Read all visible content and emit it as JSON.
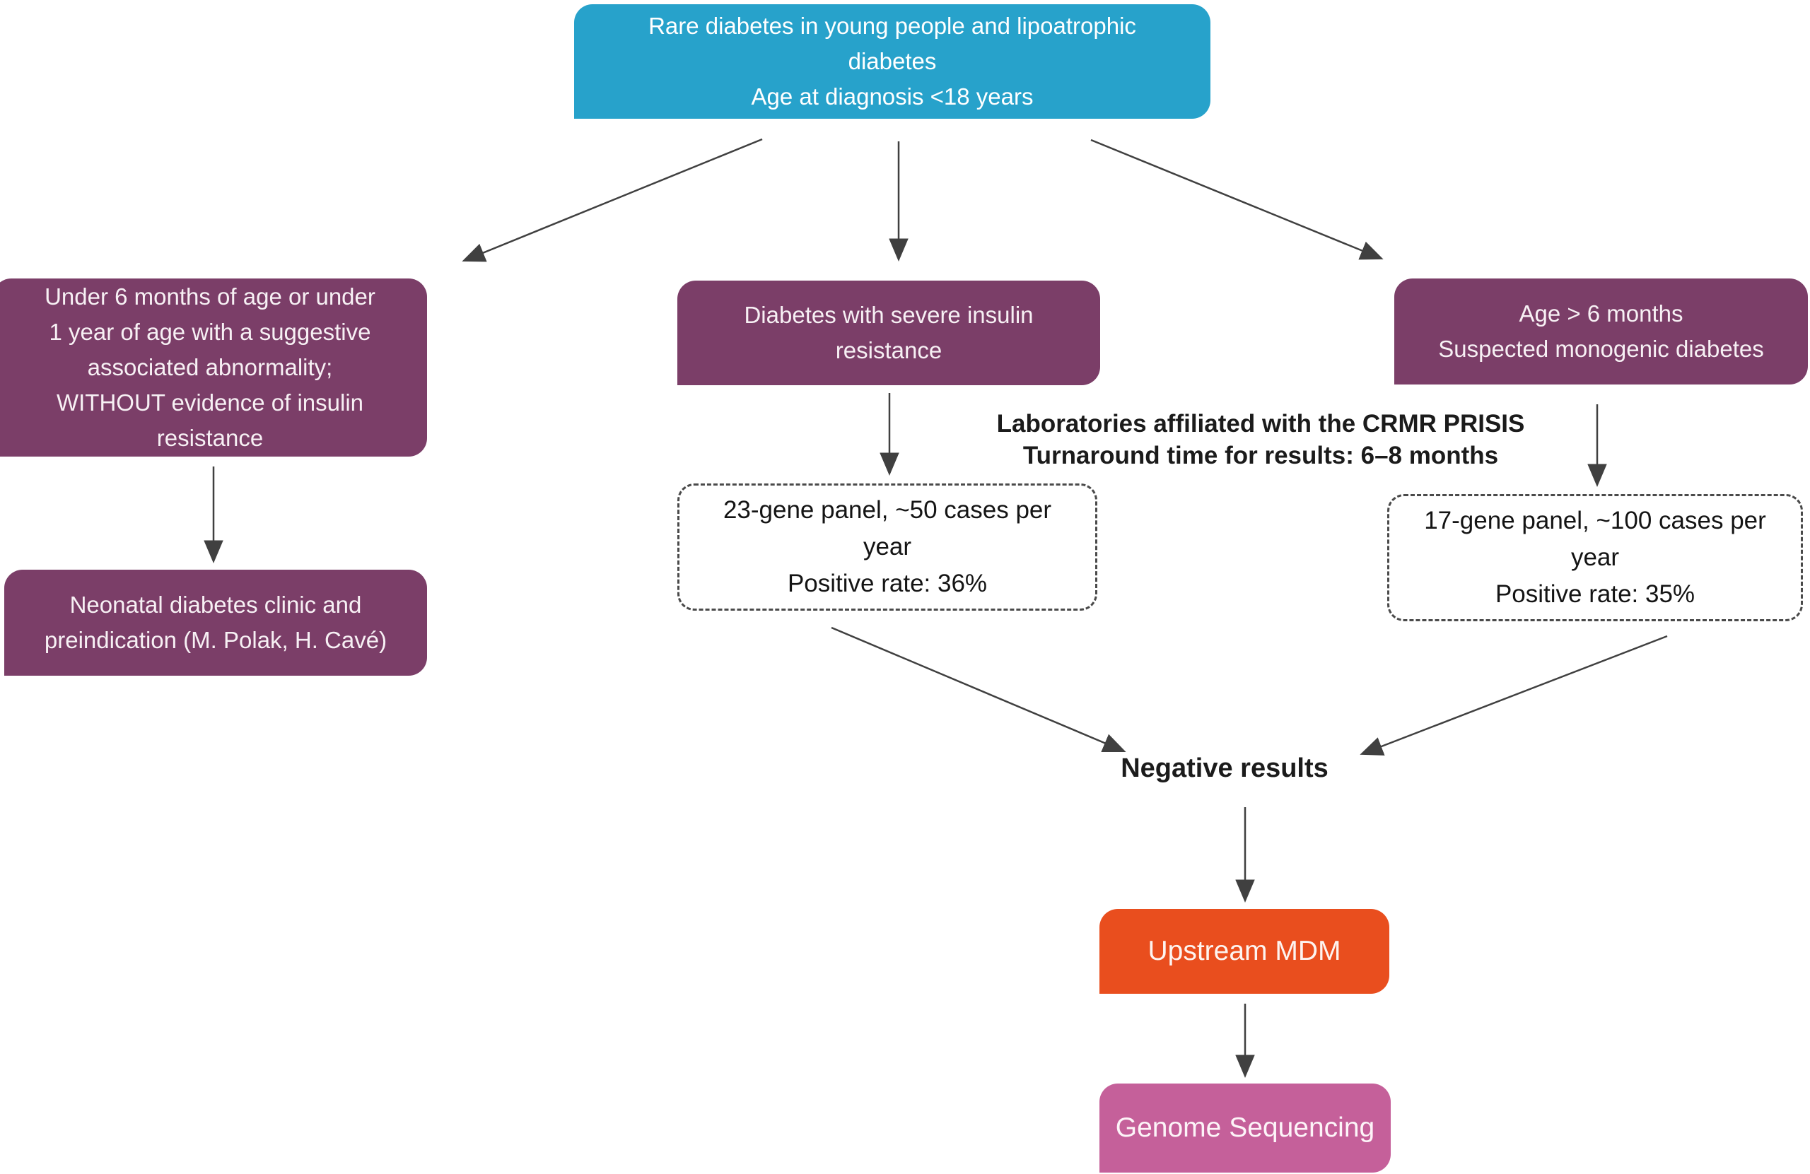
{
  "diagram": {
    "title_box": {
      "lines": [
        "Rare diabetes in young people and lipoatrophic",
        "diabetes",
        "Age at diagnosis <18 years"
      ]
    },
    "left_branch_box": {
      "lines": [
        "Under 6 months of age or under",
        "1 year of age with a suggestive",
        "associated abnormality;",
        "WITHOUT evidence of insulin",
        "resistance"
      ]
    },
    "middle_branch_box": {
      "lines": [
        "Diabetes with severe insulin",
        "resistance"
      ]
    },
    "right_branch_box": {
      "lines": [
        "Age > 6 months",
        "Suspected monogenic diabetes"
      ]
    },
    "lab_note": {
      "lines": [
        "Laboratories affiliated with the CRMR PRISIS",
        "Turnaround time for results: 6–8 months"
      ]
    },
    "neonatal_box": {
      "lines": [
        "Neonatal diabetes clinic and",
        "preindication (M. Polak, H. Cavé)"
      ]
    },
    "panel_23_box": {
      "lines": [
        "23-gene panel, ~50 cases per",
        "year",
        "Positive rate: 36%"
      ]
    },
    "panel_17_box": {
      "lines": [
        "17-gene panel, ~100 cases per",
        "year",
        "Positive rate: 35%"
      ]
    },
    "negative_results_label": "Negative results",
    "upstream_mdm_box": {
      "label": "Upstream MDM"
    },
    "genome_sequencing_box": {
      "label": "Genome Sequencing"
    },
    "colors": {
      "blue": "#27A2CB",
      "purple": "#7B3E68",
      "orange": "#E94E1E",
      "pink": "#C5609A",
      "arrow": "#404040",
      "text_light": "#FFFFFF",
      "text_dark": "#1B1B1B"
    }
  }
}
